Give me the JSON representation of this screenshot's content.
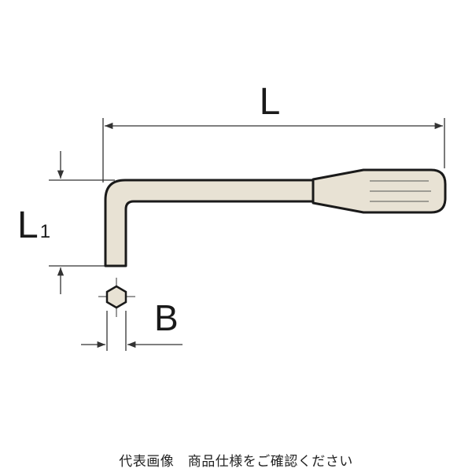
{
  "labels": {
    "length": "L",
    "short_length_main": "L",
    "short_length_sub": "1",
    "hex_size": "B"
  },
  "caption": "代表画像　商品仕様をご確認ください",
  "colors": {
    "tool_fill": "#e8e2d4",
    "outline": "#1a1a1a",
    "dimension_line": "#333333"
  }
}
